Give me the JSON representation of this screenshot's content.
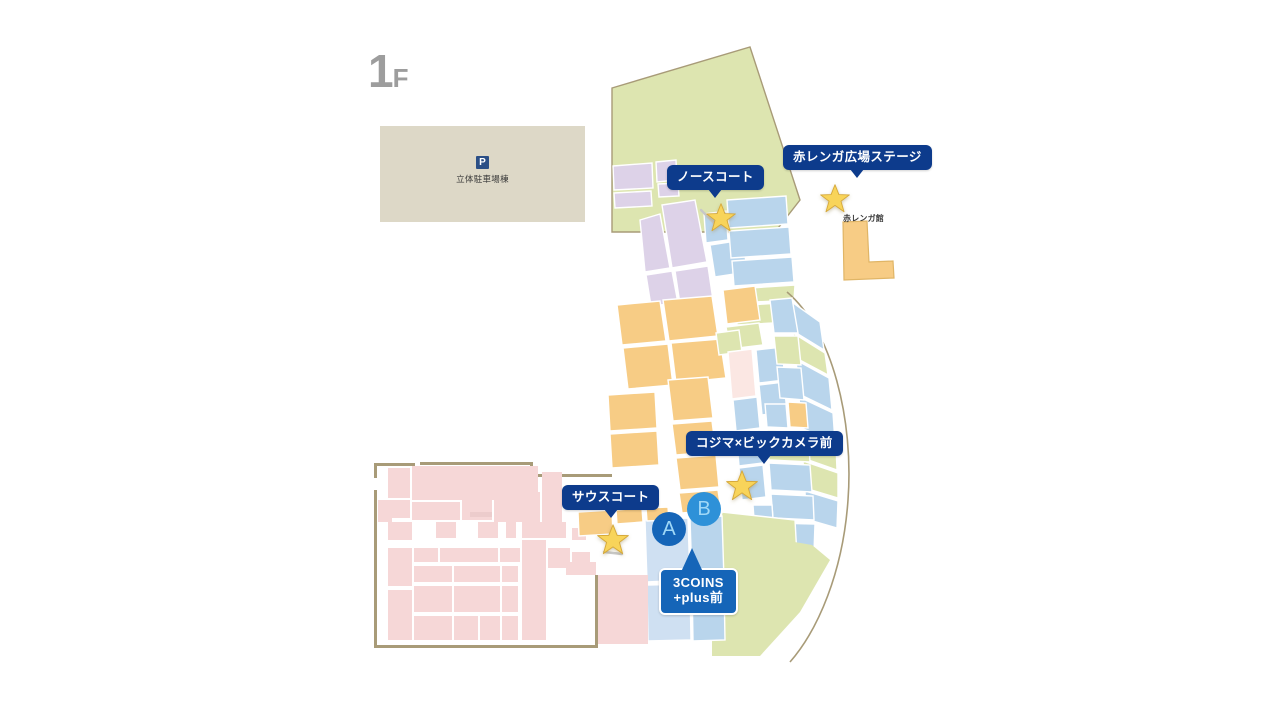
{
  "floor": {
    "number": "1",
    "suffix": "F"
  },
  "parking": {
    "icon": "parking-p-icon",
    "icon_letter": "P",
    "label": "立体駐車場棟"
  },
  "map": {
    "callouts": [
      {
        "id": "north-court",
        "label": "ノースコート",
        "style": "navy"
      },
      {
        "id": "akarenga-stage",
        "label": "赤レンガ広場ステージ",
        "style": "navy"
      },
      {
        "id": "kojima-bic",
        "label": "コジマ×ビックカメラ前",
        "style": "navy"
      },
      {
        "id": "south-court",
        "label": "サウスコート",
        "style": "navy"
      },
      {
        "id": "three-coins",
        "label": "3COINS",
        "label_line2": "+plus前",
        "style": "bright"
      }
    ],
    "building_labels": [
      {
        "id": "akarenga-kan",
        "label": "赤レンガ館"
      }
    ],
    "spot_markers": [
      {
        "id": "spot-a",
        "label": "A",
        "color": "#1565b8"
      },
      {
        "id": "spot-b",
        "label": "B",
        "color": "#2e91d8"
      }
    ],
    "star_markers": [
      {
        "id": "star-north-court"
      },
      {
        "id": "star-akarenga-stage"
      },
      {
        "id": "star-kojima-bic"
      },
      {
        "id": "star-south-court"
      }
    ],
    "colors": {
      "olive": "#dde5b0",
      "light_blue": "#b9d5ec",
      "orange": "#f7cc85",
      "lavender": "#ddd2e8",
      "pink": "#f6d7d7",
      "pale_pink": "#fbe7e3",
      "outline": "#a89b78",
      "parking_bg": "#ddd8c7",
      "label_navy": "#0d3b8c",
      "label_bright": "#1565b8",
      "star_fill": "#f8d45a",
      "star_stroke": "#d6a93a",
      "floor_text": "#9d9d9d"
    }
  }
}
